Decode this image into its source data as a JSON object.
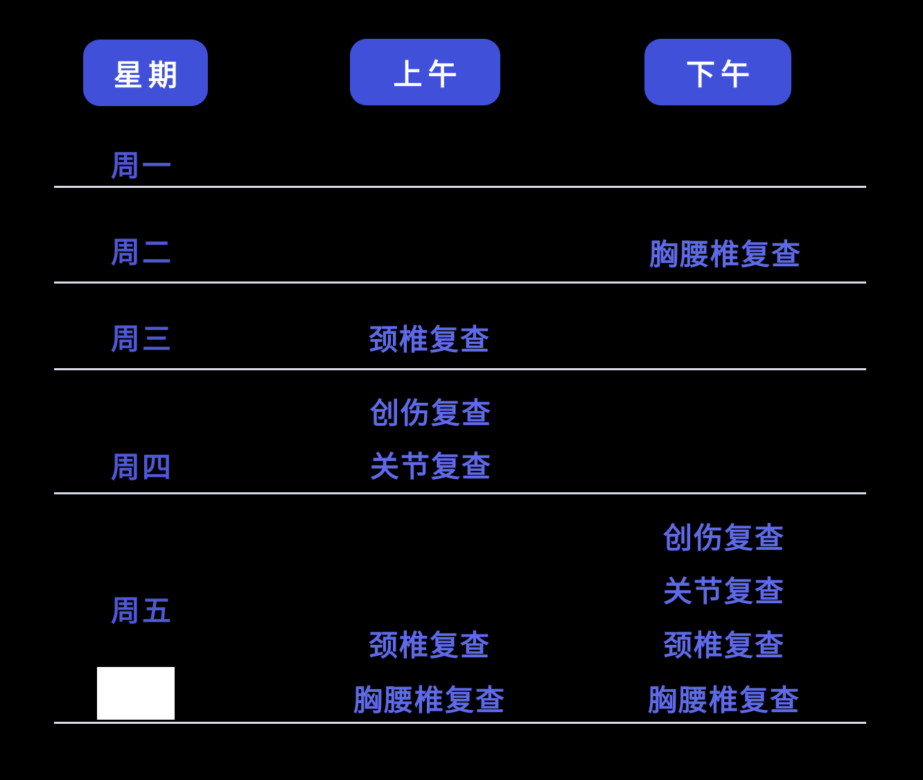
{
  "colors": {
    "background": "#000000",
    "pill": "#4050d8",
    "pill_text": "#ffffff",
    "day_text": "#4f58d6",
    "entry_text": "#5f6ae8",
    "line": "#d9dce8",
    "patch": "#ffffff"
  },
  "chart_data": {
    "type": "table",
    "columns": [
      "星期",
      "上午",
      "下午"
    ],
    "rows": [
      {
        "day": "周一",
        "morning": [],
        "afternoon": []
      },
      {
        "day": "周二",
        "morning": [],
        "afternoon": [
          "胸腰椎复查"
        ]
      },
      {
        "day": "周三",
        "morning": [
          "颈椎复查"
        ],
        "afternoon": []
      },
      {
        "day": "周四",
        "morning": [
          "创伤复查",
          "关节复查"
        ],
        "afternoon": []
      },
      {
        "day": "周五",
        "morning": [
          "颈椎复查",
          "胸腰椎复查"
        ],
        "afternoon": [
          "创伤复查",
          "关节复查",
          "颈椎复查",
          "胸腰椎复查"
        ]
      }
    ]
  }
}
